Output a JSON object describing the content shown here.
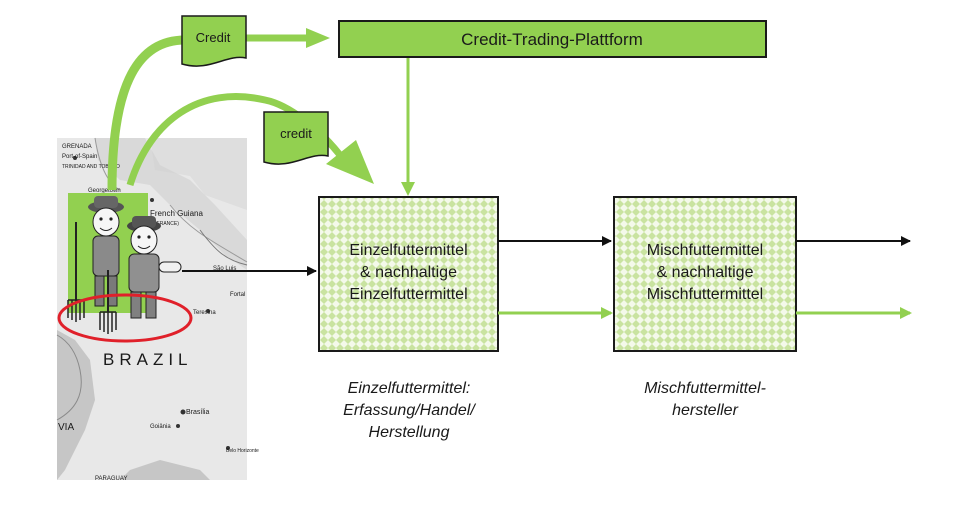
{
  "platform": {
    "label": "Credit-Trading-Plattform"
  },
  "credit_docs": {
    "upper": "Credit",
    "lower": "credit"
  },
  "boxes": {
    "einzel": [
      "Einzelfuttermittel",
      "& nachhaltige",
      "Einzelfuttermittel"
    ],
    "misch": [
      "Mischfuttermittel",
      "& nachhaltige",
      "Mischfuttermittel"
    ]
  },
  "captions": {
    "einzel": [
      "Einzelfuttermittel:",
      "Erfassung/Handel/",
      "Herstellung"
    ],
    "misch": [
      "Mischfuttermittel-",
      "hersteller"
    ]
  },
  "map": {
    "country": "BRAZIL",
    "places": [
      "GRENADA",
      "Port-of-Spain",
      "TRINIDAD AND TOBAGO",
      "Georgetown",
      "French Guiana",
      "(FRANCE)",
      "São Luis",
      "Fortal",
      "Teresina",
      "Brasília",
      "Goiânia",
      "Belo Horizonte",
      "VIA",
      "PARAGUAY"
    ]
  },
  "colors": {
    "green": "#92d050",
    "dark": "#1a1a1a",
    "box_fill": "#eef5df",
    "red": "#e0202a"
  }
}
